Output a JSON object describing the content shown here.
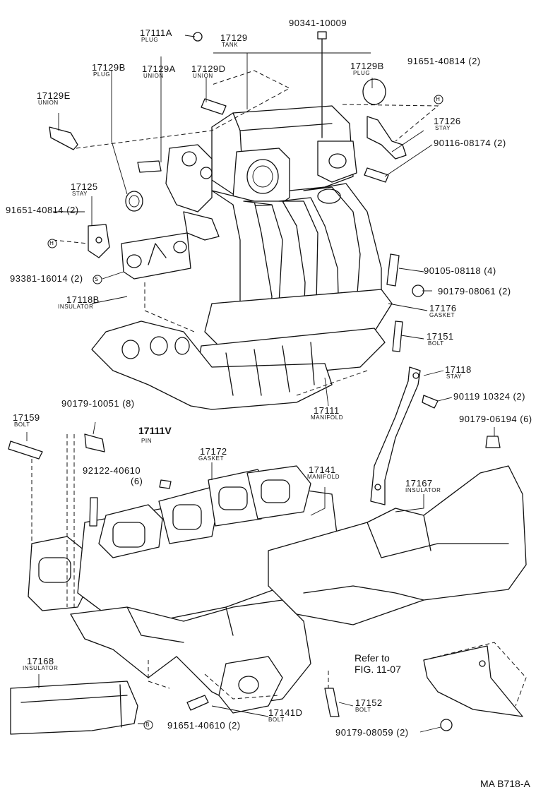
{
  "figure_code": "MA B718-A",
  "reference": {
    "line1": "Refer to",
    "line2": "FIG. 11-07"
  },
  "callouts": [
    {
      "id": "p17111a",
      "number": "17111A",
      "desc": "PLUG"
    },
    {
      "id": "p17129",
      "number": "17129",
      "desc": "TANK"
    },
    {
      "id": "p90341",
      "number": "90341-10009",
      "desc": ""
    },
    {
      "id": "p17129b_l",
      "number": "17129B",
      "desc": "PLUG"
    },
    {
      "id": "p17129a",
      "number": "17129A",
      "desc": "UNION"
    },
    {
      "id": "p17129d",
      "number": "17129D",
      "desc": "UNION"
    },
    {
      "id": "p17129b_r",
      "number": "17129B",
      "desc": "PLUG"
    },
    {
      "id": "p91651_top",
      "number": "91651-40814 (2)",
      "desc": ""
    },
    {
      "id": "p17129e",
      "number": "17129E",
      "desc": "UNION"
    },
    {
      "id": "p17126",
      "number": "17126",
      "desc": "STAY"
    },
    {
      "id": "p90116",
      "number": "90116-08174 (2)",
      "desc": ""
    },
    {
      "id": "p17125",
      "number": "17125",
      "desc": "STAY"
    },
    {
      "id": "p91651_left",
      "number": "91651-40814 (2)",
      "desc": ""
    },
    {
      "id": "p90105",
      "number": "90105-08118 (4)",
      "desc": ""
    },
    {
      "id": "p93381",
      "number": "93381-16014 (2)",
      "desc": ""
    },
    {
      "id": "p90179_08061",
      "number": "90179-08061 (2)",
      "desc": ""
    },
    {
      "id": "p17118b",
      "number": "17118B",
      "desc": "INSULATOR"
    },
    {
      "id": "p17176",
      "number": "17176",
      "desc": "GASKET"
    },
    {
      "id": "p17151",
      "number": "17151",
      "desc": "BOLT"
    },
    {
      "id": "p17118",
      "number": "17118",
      "desc": "STAY"
    },
    {
      "id": "p90119",
      "number": "90119 10324 (2)",
      "desc": ""
    },
    {
      "id": "p17111",
      "number": "17111",
      "desc": "MANIFOLD"
    },
    {
      "id": "p17159",
      "number": "17159",
      "desc": "BOLT"
    },
    {
      "id": "p90179_10051",
      "number": "90179-10051 (8)",
      "desc": ""
    },
    {
      "id": "p17111v",
      "number": "17111V",
      "desc": "PIN"
    },
    {
      "id": "p17172",
      "number": "17172",
      "desc": "GASKET"
    },
    {
      "id": "p90179_06194",
      "number": "90179-06194 (6)",
      "desc": ""
    },
    {
      "id": "p92122",
      "number": "92122-40610",
      "desc": "(6)"
    },
    {
      "id": "p17141",
      "number": "17141",
      "desc": "MANIFOLD"
    },
    {
      "id": "p17167",
      "number": "17167",
      "desc": "INSULATOR"
    },
    {
      "id": "p17168",
      "number": "17168",
      "desc": "INSULATOR"
    },
    {
      "id": "p17141d",
      "number": "17141D",
      "desc": "BOLT"
    },
    {
      "id": "p17152",
      "number": "17152",
      "desc": "BOLT"
    },
    {
      "id": "p91651_bottom",
      "number": "91651-40610 (2)",
      "desc": ""
    },
    {
      "id": "p90179_08059",
      "number": "90179-08059 (2)",
      "desc": ""
    }
  ],
  "symbols": {
    "h": "H",
    "s": "S",
    "b": "B"
  }
}
